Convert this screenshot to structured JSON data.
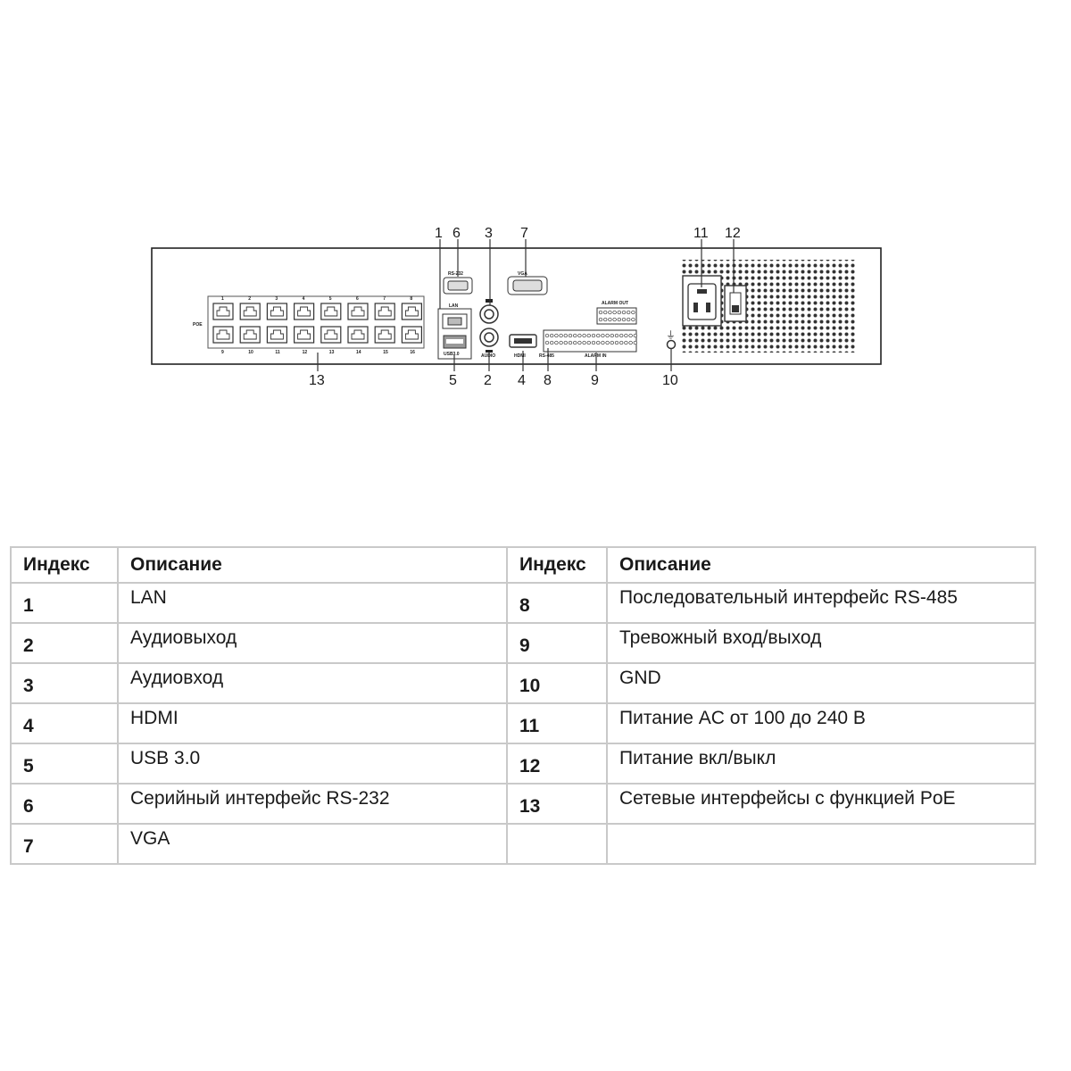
{
  "panel": {
    "callouts": [
      "1",
      "6",
      "3",
      "7",
      "11",
      "12",
      "13",
      "5",
      "2",
      "4",
      "8",
      "9",
      "10"
    ],
    "port_labels": {
      "poe": "POE",
      "rs232": "RS-232",
      "vga": "VGA",
      "lan": "LAN",
      "usb": "USB3.0",
      "audio": "AUDIO",
      "rs485": "RS-485",
      "alarm_out": "ALARM OUT",
      "alarm_in": "ALARM IN",
      "hdmi": "HDMI"
    },
    "poe_top_numbers": [
      "1",
      "2",
      "3",
      "4",
      "5",
      "6",
      "7",
      "8"
    ],
    "poe_bottom_numbers": [
      "9",
      "10",
      "11",
      "12",
      "13",
      "14",
      "15",
      "16"
    ]
  },
  "table": {
    "headers": [
      "Индекс",
      "Описание",
      "Индекс",
      "Описание"
    ],
    "rows": [
      {
        "i1": "1",
        "d1": "LAN",
        "i2": "8",
        "d2": "Последовательный интерфейс RS-485"
      },
      {
        "i1": "2",
        "d1": "Аудиовыход",
        "i2": "9",
        "d2": "Тревожный вход/выход"
      },
      {
        "i1": "3",
        "d1": "Аудиовход",
        "i2": "10",
        "d2": "GND"
      },
      {
        "i1": "4",
        "d1": "HDMI",
        "i2": "11",
        "d2": "Питание AC от 100 до 240 В"
      },
      {
        "i1": "5",
        "d1": "USB 3.0",
        "i2": "12",
        "d2": "Питание вкл/выкл"
      },
      {
        "i1": "6",
        "d1": "Серийный интерфейс RS-232",
        "i2": "13",
        "d2": "Сетевые интерфейсы с функцией PoE"
      },
      {
        "i1": "7",
        "d1": "VGA",
        "i2": "",
        "d2": ""
      }
    ]
  }
}
